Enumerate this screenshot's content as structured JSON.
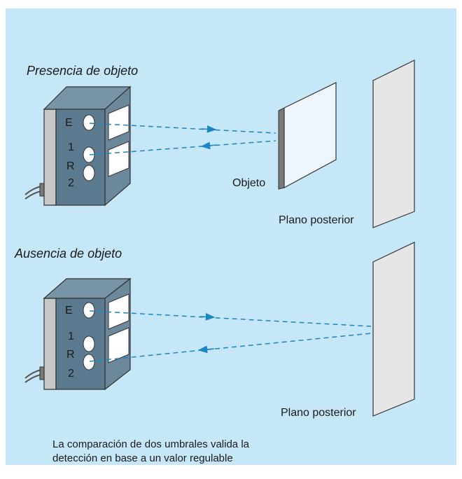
{
  "scenes": [
    {
      "title": "Presencia de objeto",
      "sensor_labels": [
        "E",
        "1",
        "R",
        "2"
      ],
      "object_label": "Objeto",
      "background_label": "Plano posterior"
    },
    {
      "title": "Ausencia de objeto",
      "sensor_labels": [
        "E",
        "1",
        "R",
        "2"
      ],
      "background_label": "Plano posterior"
    }
  ],
  "caption": {
    "line1": "La comparación de dos umbrales valida la",
    "line2": "detección en base a un valor regulable"
  },
  "colors": {
    "panel": "#c6e7f8",
    "sensor_front": "#5b7a8f",
    "sensor_top": "#7895a8",
    "sensor_side": "#c8c8c8",
    "beam": "#1a86c4",
    "object_face": "#eef5fb",
    "background_plane": "#e6e6e6"
  }
}
